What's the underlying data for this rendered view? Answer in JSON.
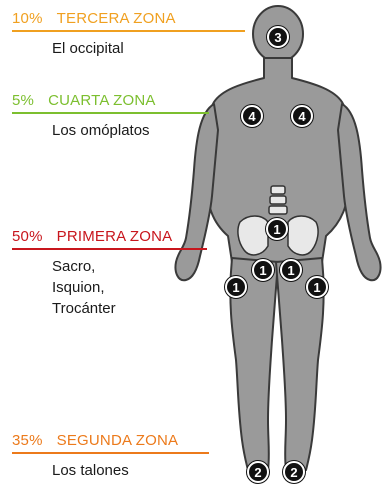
{
  "colors": {
    "tercera": "#f0a020",
    "cuarta": "#7cbf2f",
    "primera": "#c8161d",
    "segunda": "#ec7a1b",
    "body_fill": "#9a9a9a",
    "body_stroke": "#3a3a3a"
  },
  "zones": {
    "tercera": {
      "pct": "10%",
      "name": "TERCERA ZONA",
      "desc": [
        "El occipital"
      ]
    },
    "cuarta": {
      "pct": "5%",
      "name": "CUARTA ZONA",
      "desc": [
        "Los omóplatos"
      ]
    },
    "primera": {
      "pct": "50%",
      "name": "PRIMERA ZONA",
      "desc": [
        "Sacro,",
        "Isquion,",
        "Trocánter"
      ]
    },
    "segunda": {
      "pct": "35%",
      "name": "SEGUNDA ZONA",
      "desc": [
        "Los talones"
      ]
    }
  },
  "badges": {
    "occipital": "3",
    "scapula_left": "4",
    "scapula_right": "4",
    "sacrum": "1",
    "ischium_left": "1",
    "ischium_right": "1",
    "trochanter_left": "1",
    "trochanter_right": "1",
    "heel_left": "2",
    "heel_right": "2"
  }
}
